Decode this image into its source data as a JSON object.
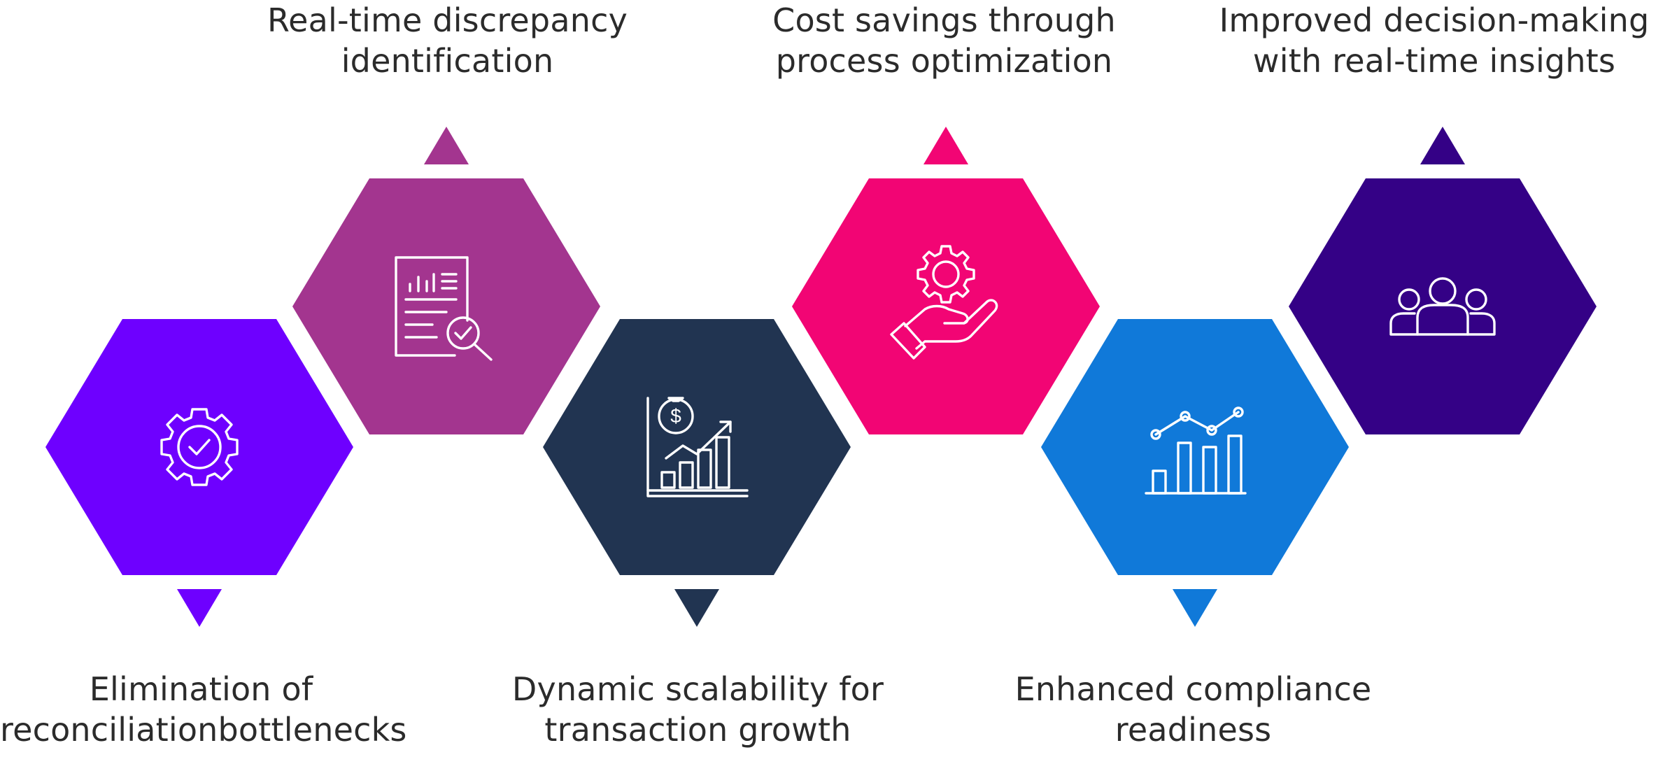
{
  "colors": {
    "background": "#ffffff",
    "text": "#2b2b2b",
    "icon_stroke": "#ffffff"
  },
  "items": [
    {
      "id": "elimination",
      "color": "#6e00ff",
      "icon": "gear-check-icon",
      "label_lines": [
        "Elimination of",
        "reconciliationbottlenecks"
      ],
      "pointer": "down"
    },
    {
      "id": "discrepancy",
      "color": "#a3358f",
      "icon": "report-magnifier-icon",
      "label_lines": [
        "Real-time discrepancy",
        "identification"
      ],
      "pointer": "up"
    },
    {
      "id": "scalability",
      "color": "#213451",
      "icon": "money-growth-chart-icon",
      "label_lines": [
        "Dynamic scalability for",
        "transaction growth"
      ],
      "pointer": "down"
    },
    {
      "id": "cost",
      "color": "#f20574",
      "icon": "hand-gear-icon",
      "label_lines": [
        "Cost savings through",
        "process optimization"
      ],
      "pointer": "up"
    },
    {
      "id": "compliance",
      "color": "#1079d9",
      "icon": "bar-line-chart-icon",
      "label_lines": [
        "Enhanced compliance",
        "readiness"
      ],
      "pointer": "down"
    },
    {
      "id": "decision",
      "color": "#340186",
      "icon": "team-icon",
      "label_lines": [
        "Improved decision-making",
        "with real-time insights"
      ],
      "pointer": "up"
    }
  ]
}
